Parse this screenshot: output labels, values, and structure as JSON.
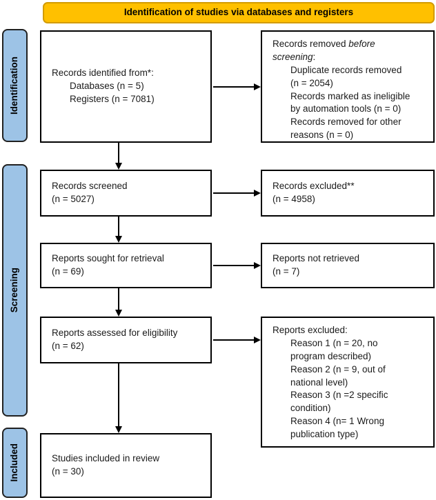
{
  "banner": {
    "title": "Identification of studies via databases and registers"
  },
  "colors": {
    "banner_fill": "#FFC000",
    "banner_border": "#D29B00",
    "stage_fill": "#9DC3E6",
    "box_border": "#000000"
  },
  "stages": [
    {
      "label": "Identification"
    },
    {
      "label": "Screening"
    },
    {
      "label": "Included"
    }
  ],
  "boxes": {
    "records_identified": {
      "title": "Records identified from*:",
      "items": [
        "Databases (n = 5)",
        "Registers (n = 7081)"
      ]
    },
    "records_removed": {
      "title_lead": "Records removed ",
      "title_italic_1": "before",
      "title_italic_2": "screening",
      "title_tail": ":",
      "items": [
        [
          "Duplicate records removed",
          "(n = 2054)"
        ],
        [
          "Records marked as ineligible",
          "by automation tools (n = 0)"
        ],
        [
          "Records removed for other",
          "reasons (n = 0)"
        ]
      ]
    },
    "records_screened": {
      "line1": "Records screened",
      "line2": "(n = 5027)"
    },
    "records_excluded": {
      "line1": "Records excluded**",
      "line2": "(n = 4958)"
    },
    "reports_sought": {
      "line1": "Reports sought for retrieval",
      "line2": "(n = 69)"
    },
    "reports_not_retrieved": {
      "line1": "Reports not retrieved",
      "line2": "(n = 7)"
    },
    "reports_assessed": {
      "line1": "Reports assessed for eligibility",
      "line2": "(n = 62)"
    },
    "reports_excluded": {
      "title": "Reports excluded:",
      "items": [
        [
          "Reason 1 (n = 20, no",
          "program described)"
        ],
        [
          "Reason 2 (n = 9, out of",
          "national level)"
        ],
        [
          "Reason 3 (n =2 specific",
          "condition)"
        ],
        [
          "Reason 4 (n= 1 Wrong",
          "publication type)"
        ]
      ]
    },
    "studies_included": {
      "line1": "Studies included in review",
      "line2": "(n = 30)"
    }
  }
}
